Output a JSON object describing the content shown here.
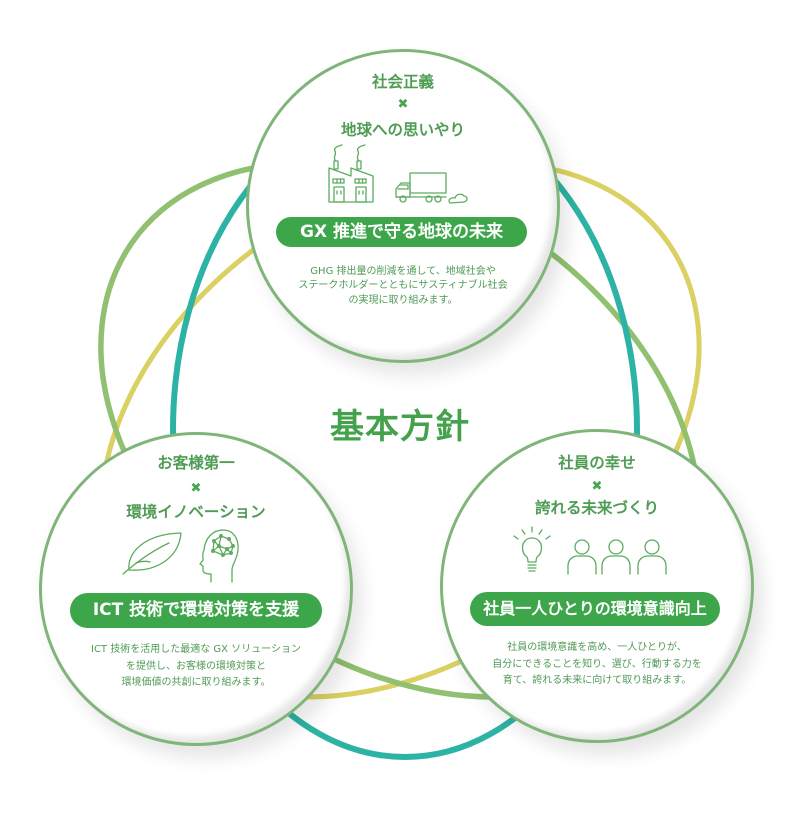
{
  "title": "基本方針",
  "colors": {
    "ring_green": "#90c070",
    "ring_yellow": "#dbd062",
    "ring_teal": "#2db3a5",
    "accent": "#3da64a",
    "text": "#4e9c54",
    "circle_border": "#80b57a"
  },
  "pillars": [
    {
      "position": "top",
      "value": "社会正義",
      "cross": "✖",
      "theme": "地球への思いやり",
      "icons": [
        "factory-icon",
        "truck-icon"
      ],
      "badge": "GX 推進で守る地球の未来",
      "description": [
        "GHG 排出量の削減を通して、地域社会や",
        "ステークホルダーとともにサスティナブル社会",
        "の実現に取り組みます。"
      ]
    },
    {
      "position": "left",
      "value": "お客様第一",
      "cross": "✖",
      "theme": "環境イノベーション",
      "icons": [
        "leaf-icon",
        "brain-network-icon"
      ],
      "badge": "ICT 技術で環境対策を支援",
      "description": [
        "ICT 技術を活用した最適な GX ソリューション",
        "を提供し、お客様の環境対策と",
        "環境価値の共創に取り組みます。"
      ]
    },
    {
      "position": "right",
      "value": "社員の幸せ",
      "cross": "✖",
      "theme": "誇れる未来づくり",
      "icons": [
        "lightbulb-icon",
        "people-icon"
      ],
      "badge": "社員一人ひとりの環境意識向上",
      "description": [
        "社員の環境意識を高め、一人ひとりが、",
        "自分にできることを知り、選び、行動する力を",
        "育て、誇れる未来に向けて取り組みます。"
      ]
    }
  ]
}
